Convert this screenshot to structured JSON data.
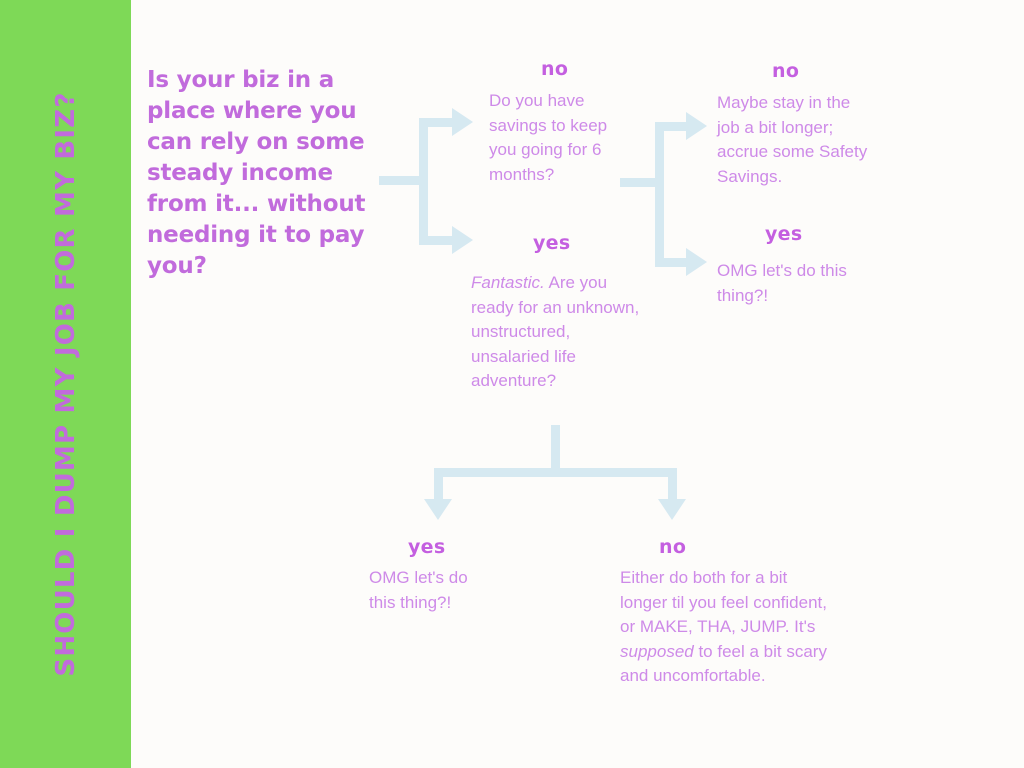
{
  "sidebar": {
    "title": "SHOULD I DUMP MY JOB FOR MY BIZ?",
    "bg_color": "#7ED957",
    "text_color": "#C16BDC"
  },
  "theme": {
    "background": "#FDFCFA",
    "heading_purple": "#C16BDC",
    "label_purple": "#C45FE0",
    "body_purple": "#CE8AE8",
    "connector_blue": "#D6E9F1"
  },
  "main": {
    "question": "Is your biz in a place where you can rely on some steady income from it... without needing it to pay you?"
  },
  "nodes": {
    "no_1": {
      "label": "no",
      "text": "Do you have savings to keep you going for 6 months?"
    },
    "yes_1": {
      "label": "yes",
      "text_italic": "Fantastic.",
      "text": "Are you ready for an unknown, unstructured, unsalaried life adventure?"
    },
    "no_2": {
      "label": "no",
      "text": "Maybe stay in the job a bit longer; accrue some Safety Savings."
    },
    "yes_2": {
      "label": "yes",
      "text": "OMG let's do this thing?!"
    },
    "yes_3": {
      "label": "yes",
      "text": "OMG let's do this thing?!"
    },
    "no_3": {
      "label": "no",
      "text_pre": "Either do both for a bit longer til you feel confident, or MAKE, THA, JUMP. It's ",
      "text_italic": "supposed",
      "text_post": " to feel a bit scary and uncomfortable."
    }
  }
}
